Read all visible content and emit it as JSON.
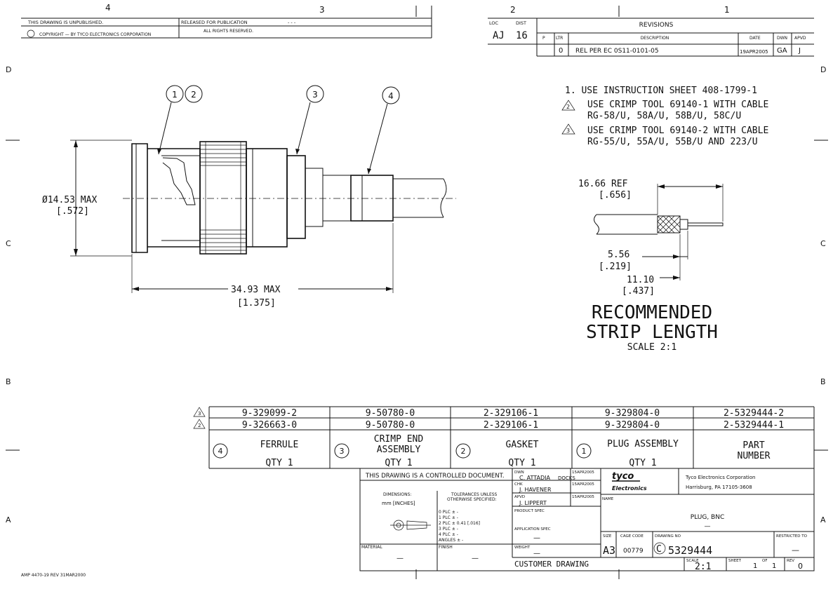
{
  "zones": {
    "top": [
      "4",
      "3",
      "2",
      "1"
    ],
    "side": [
      "D",
      "C",
      "B",
      "A"
    ]
  },
  "header": {
    "unpublished": "THIS DRAWING IS UNPUBLISHED.",
    "released": "RELEASED FOR PUBLICATION",
    "released_dashes": "- - -",
    "copyright": "COPYRIGHT  —      BY TYCO ELECTRONICS CORPORATION",
    "rights": "ALL RIGHTS RESERVED."
  },
  "loc_dist": {
    "loc_label": "LOC",
    "dist_label": "DIST",
    "loc": "AJ",
    "dist": "16"
  },
  "revisions": {
    "title": "REVISIONS",
    "cols": {
      "p": "P",
      "ltr": "LTR",
      "description": "DESCRIPTION",
      "date": "DATE",
      "dwn": "DWN",
      "apvd": "APVD"
    },
    "row": {
      "ltr": "0",
      "description": "REL PER EC 0S11-0101-05",
      "date": "19APR2005",
      "dwn": "GA",
      "apvd": "J"
    }
  },
  "notes": {
    "n1": "1.  USE INSTRUCTION SHEET 408-1799-1",
    "n2_sym": "2",
    "n2_l1": "USE CRIMP TOOL 69140-1 WITH CABLE",
    "n2_l2": "RG-58/U, 58A/U, 58B/U, 58C/U",
    "n3_sym": "3",
    "n3_l1": "USE CRIMP TOOL 69140-2 WITH CABLE",
    "n3_l2": "RG-55/U, 55A/U, 55B/U AND 223/U"
  },
  "balloons": [
    "1",
    "2",
    "3",
    "4"
  ],
  "dims": {
    "dia_mm": "Ø14.53 MAX",
    "dia_in": "[.572]",
    "len_mm": "34.93 MAX",
    "len_in": "[1.375]",
    "ref_mm": "16.66 REF",
    "ref_in": "[.656]",
    "d1_mm": "5.56",
    "d1_in": "[.219]",
    "d2_mm": "11.10",
    "d2_in": "[.437]"
  },
  "strip": {
    "title1": "RECOMMENDED",
    "title2": "STRIP LENGTH",
    "scale": "SCALE 2:1"
  },
  "parts_table": {
    "rows": [
      {
        "flag": "3",
        "cells": [
          "9-329099-2",
          "9-50780-0",
          "2-329106-1",
          "9-329804-0",
          "2-5329444-2"
        ]
      },
      {
        "flag": "2",
        "cells": [
          "9-326663-0",
          "9-50780-0",
          "2-329106-1",
          "9-329804-0",
          "2-5329444-1"
        ]
      }
    ],
    "items": [
      {
        "num": "4",
        "name": "FERRULE",
        "qty": "QTY  1"
      },
      {
        "num": "3",
        "name": "CRIMP END ASSEMBLY",
        "name1": "CRIMP END",
        "name2": "ASSEMBLY",
        "qty": "QTY  1"
      },
      {
        "num": "2",
        "name": "GASKET",
        "qty": "QTY  1"
      },
      {
        "num": "1",
        "name": "PLUG ASSEMBLY",
        "qty": "QTY  1"
      }
    ],
    "part_number_label1": "PART",
    "part_number_label2": "NUMBER"
  },
  "title_block": {
    "controlled": "THIS DRAWING IS A CONTROLLED DOCUMENT.",
    "dimensions_label": "DIMENSIONS:",
    "dimensions_unit": "mm [INCHES]",
    "tolerances_label": "TOLERANCES UNLESS",
    "tolerances_label2": "OTHERWISE SPECIFIED:",
    "tol_rows": [
      "0 PLC    ±  -",
      "1 PLC    ±  -",
      "2 PLC    ± 0.41 [.016]",
      "3 PLC    ±  -",
      "4 PLC    ±  -",
      "ANGLES   ±  -"
    ],
    "material_label": "MATERIAL",
    "material_value": "—",
    "finish_label": "FINISH",
    "finish_value": "—",
    "dwn_label": "DWN",
    "dwn_name": "C. ATTADIA",
    "dwn_name2": "DOCKS",
    "dwn_date": "15APR2005",
    "chk_label": "CHK",
    "chk_name": "J. HAVENER",
    "chk_date": "15APR2005",
    "apvd_label": "APVD",
    "apvd_name": "J. LIPPERT",
    "apvd_date": "15APR2005",
    "product_spec": "PRODUCT SPEC",
    "application_spec": "APPLICATION SPEC",
    "app_dash": "—",
    "weight_label": "WEIGHT",
    "weight_dash": "—",
    "brand1": "tyco",
    "brand2": "Electronics",
    "company1": "Tyco Electronics Corporation",
    "company2": "Harrisburg, PA 17105-3608",
    "name_label": "NAME",
    "name_value": "PLUG, BNC",
    "name_dash": "—",
    "size_label": "SIZE",
    "size_value": "A3",
    "cage_label": "CAGE CODE",
    "cage_value": "00779",
    "dwg_label": "DRAWING NO",
    "dwg_prefix": "C",
    "dwg_value": "5329444",
    "rest_label": "RESTRICTED TO",
    "rest_value": "—",
    "customer": "CUSTOMER DRAWING",
    "scale_label": "SCALE",
    "scale_value": "2:1",
    "sheet_label": "SHEET",
    "sheet_value": "1",
    "of_label": "OF",
    "of_value": "1",
    "rev_label": "REV",
    "rev_value": "0"
  },
  "form_id": "AMP 4470-19 REV 31MAR2000"
}
